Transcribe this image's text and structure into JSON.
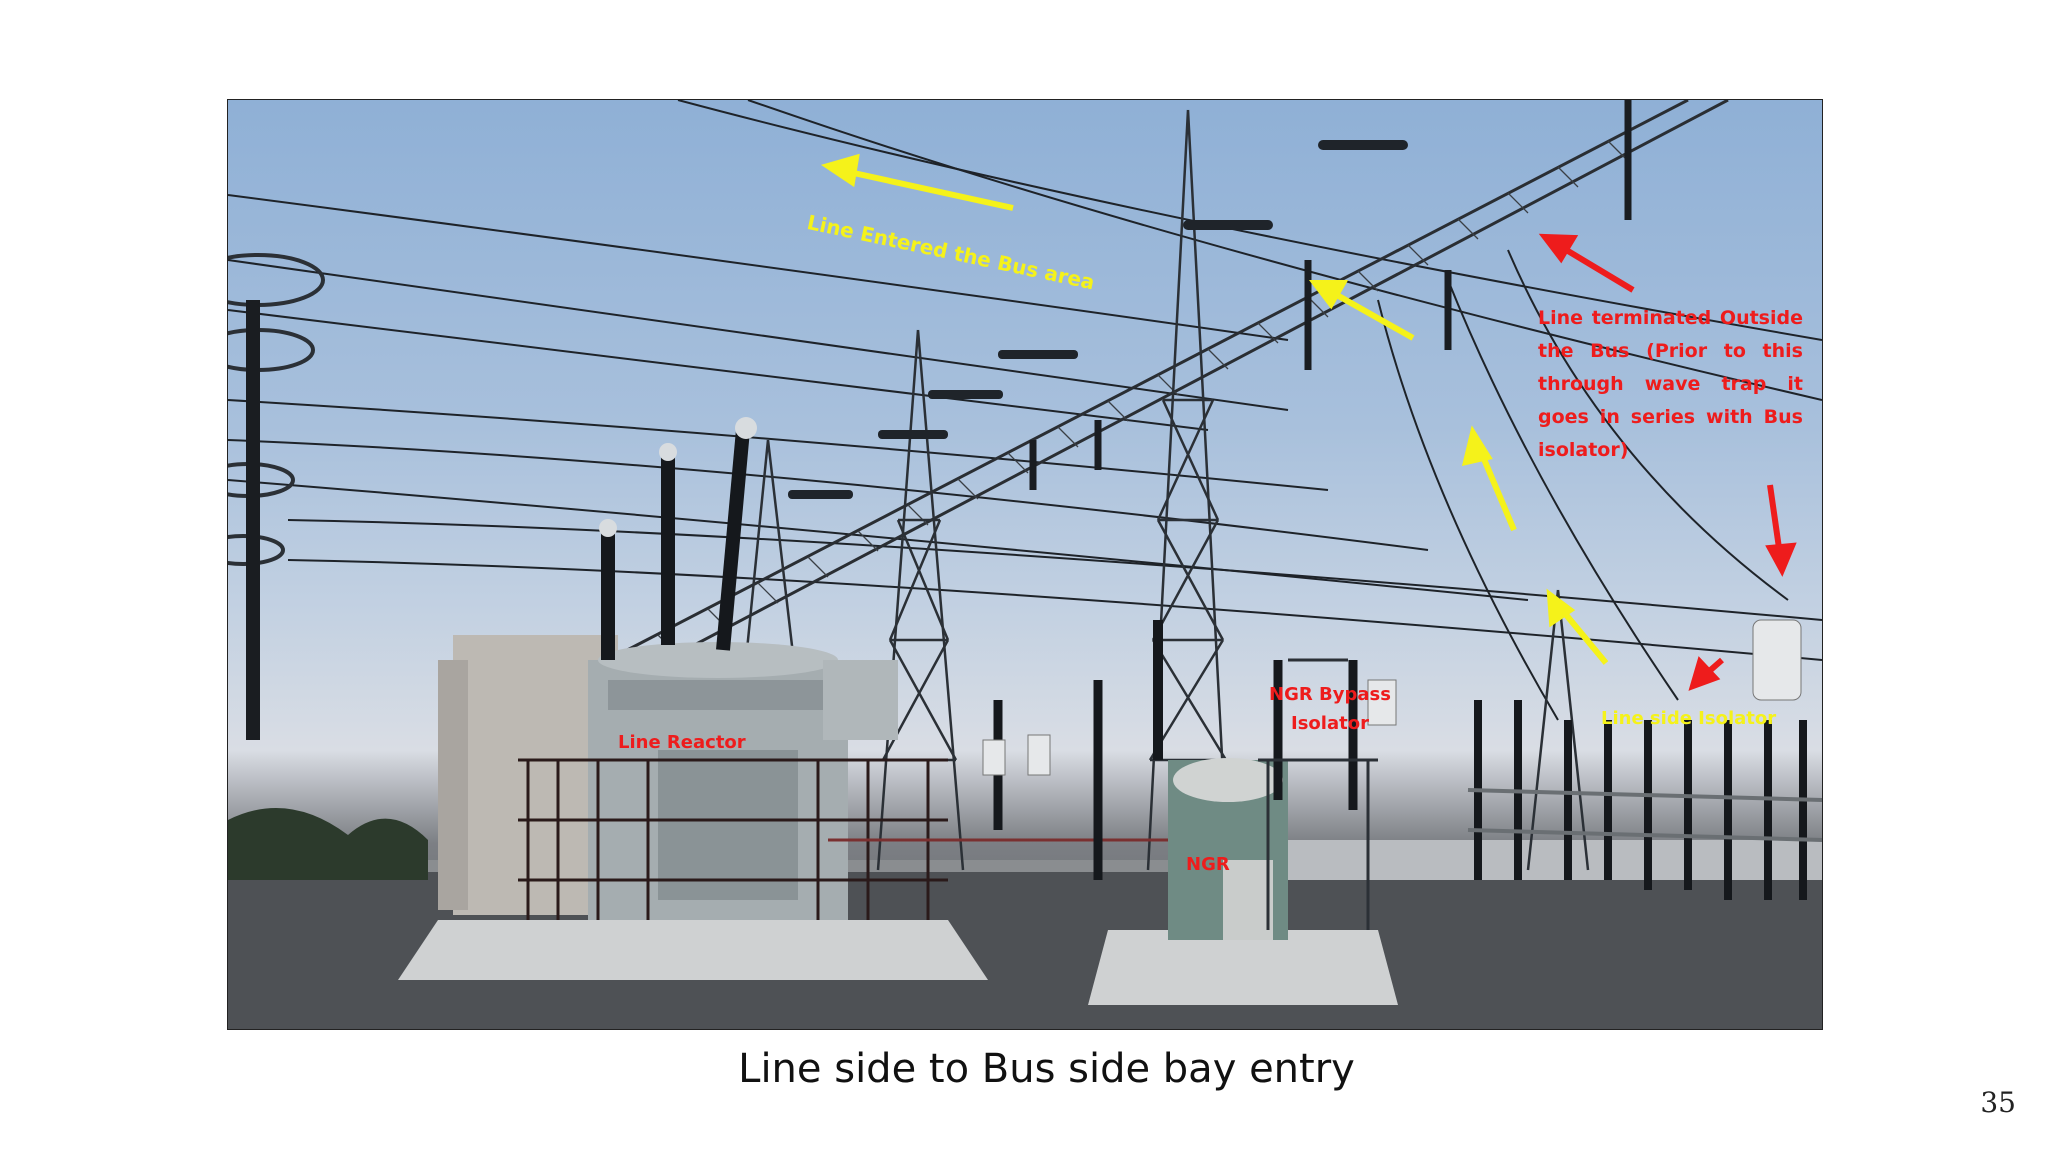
{
  "slide": {
    "caption": "Line side to Bus side bay entry",
    "page_number": "35"
  },
  "photo": {
    "subject": "substation-photo",
    "annotations": {
      "bus_area": "Line Entered  the Bus area",
      "terminated": "Line terminated Outside the Bus (Prior to this through wave trap it goes in series with Bus isolator)",
      "ngr_bypass": "NGR Bypass Isolator",
      "line_reactor": "Line Reactor",
      "ngr": "NGR",
      "line_isolator": "Line side Isolator"
    }
  },
  "colors": {
    "annotation_yellow": "#f5f21a",
    "annotation_red": "#ee1c1c",
    "caption_text": "#111111"
  }
}
